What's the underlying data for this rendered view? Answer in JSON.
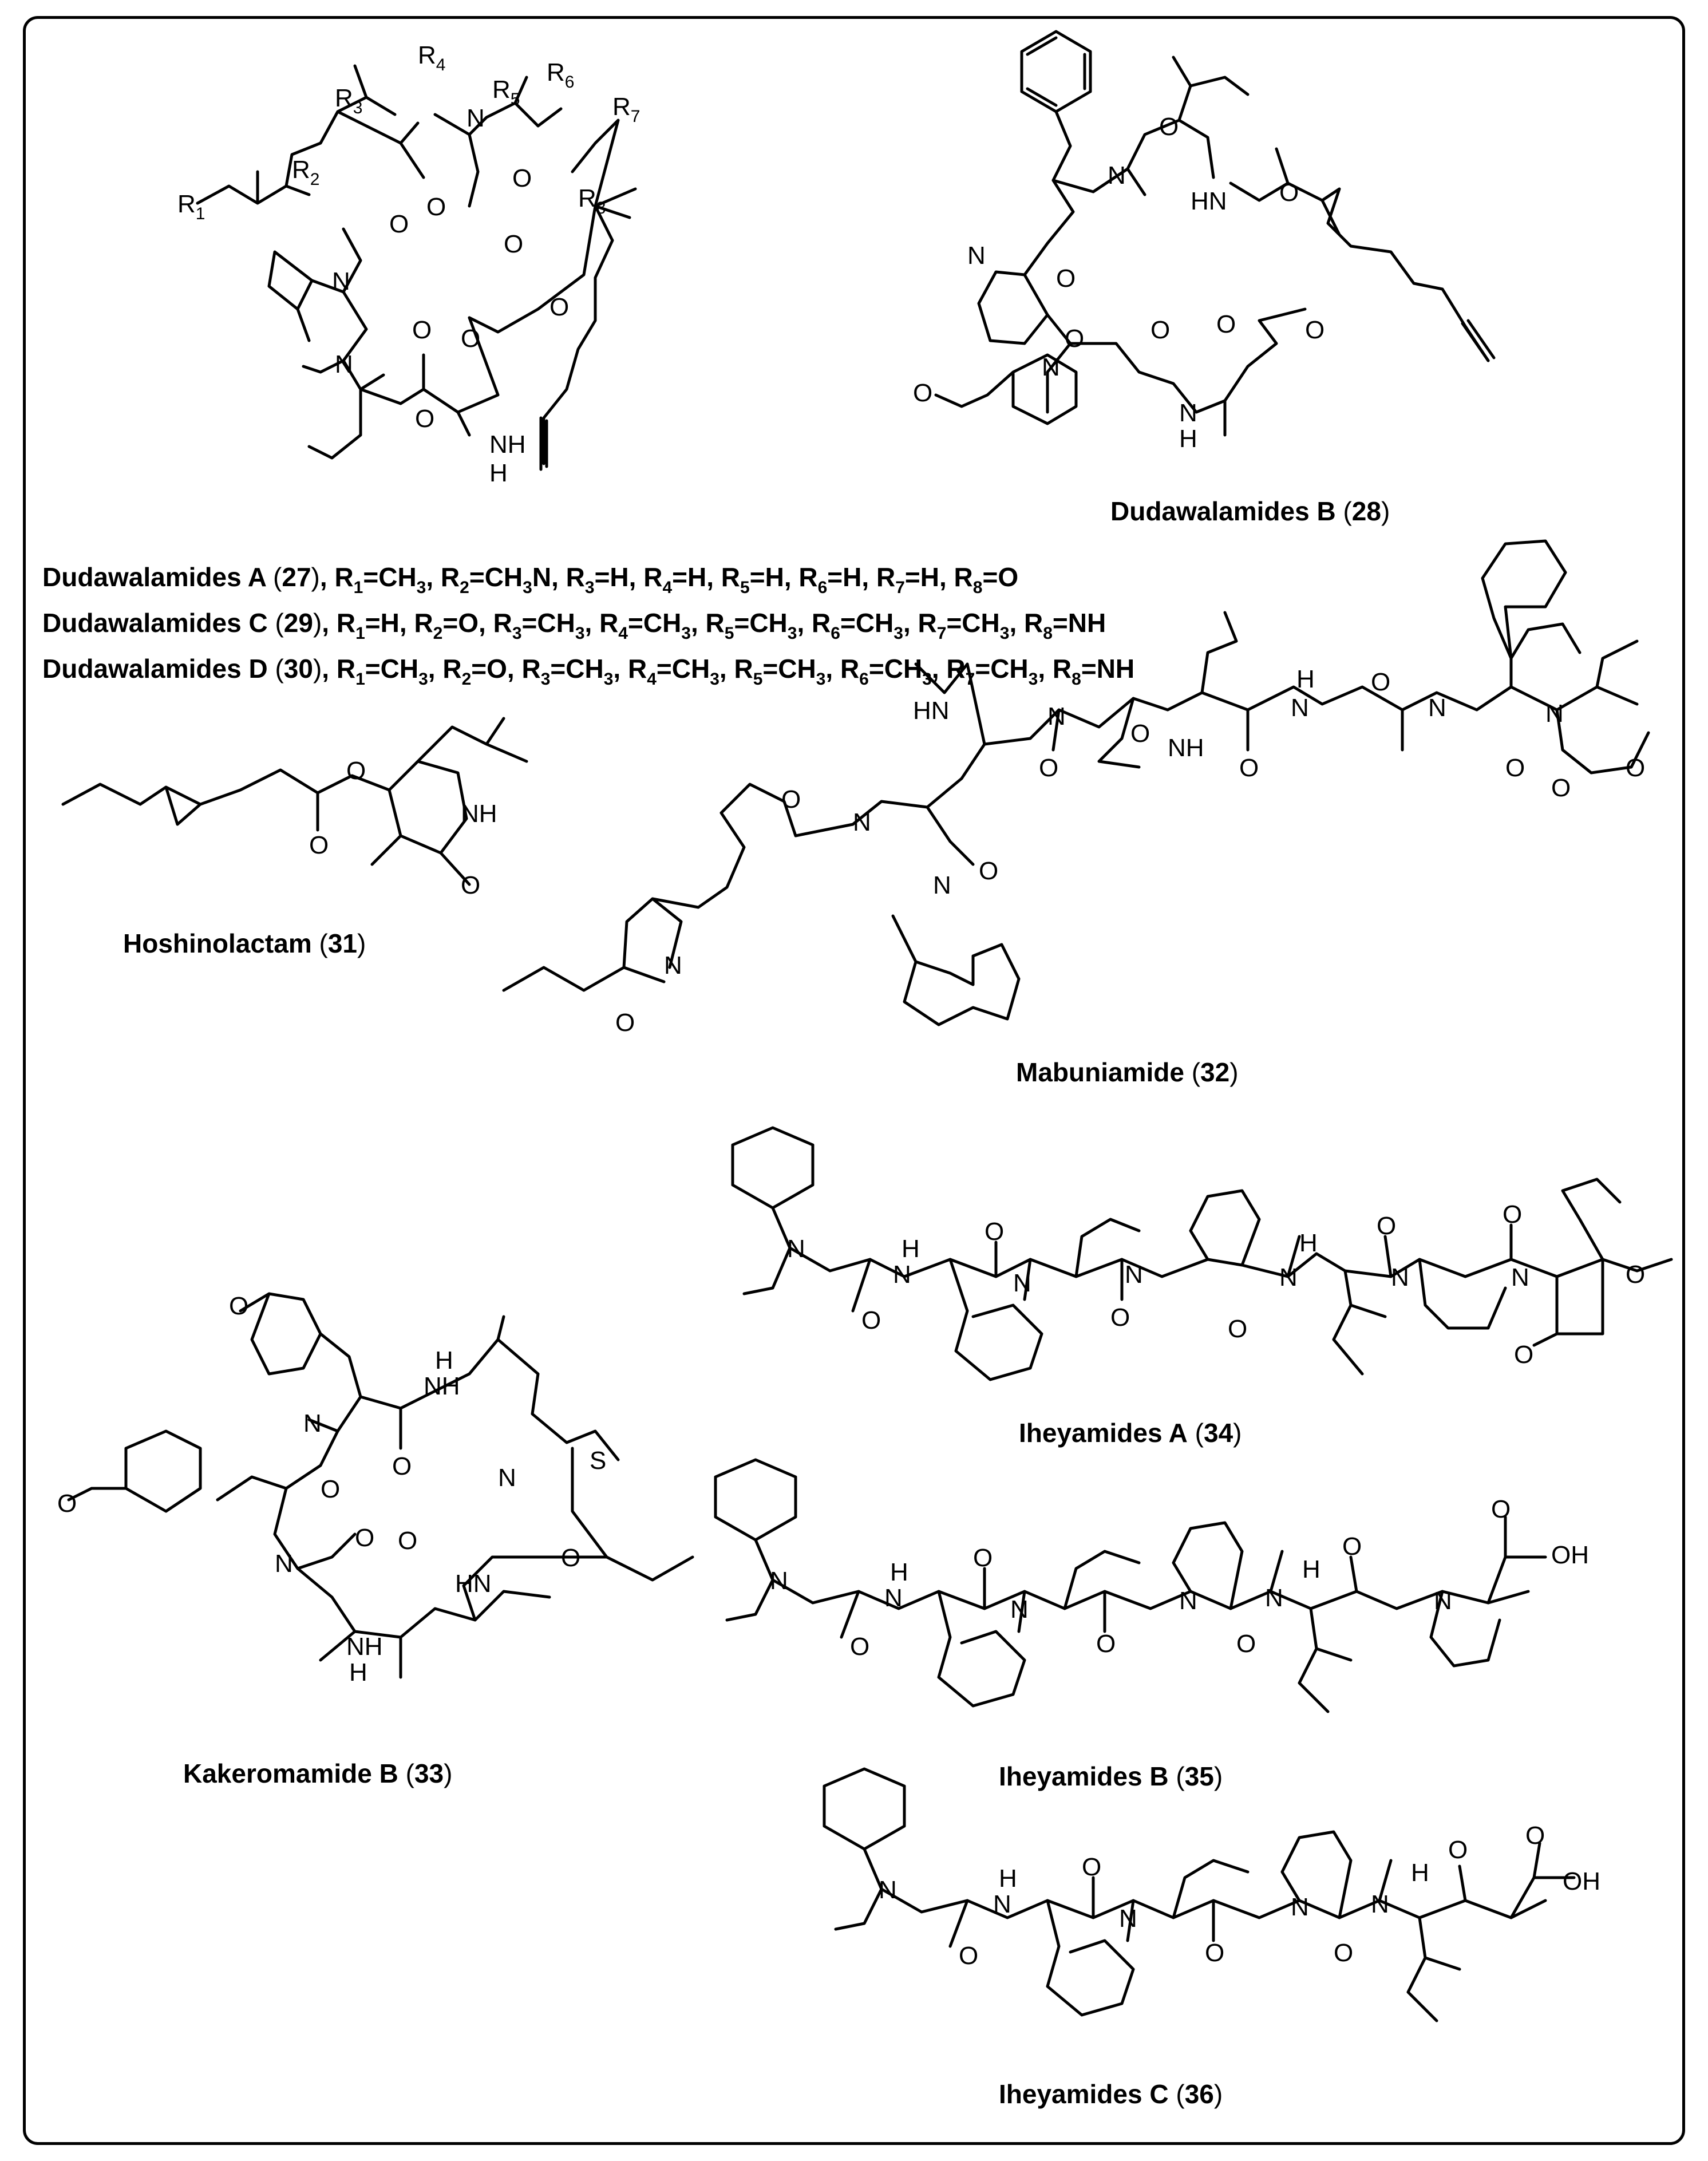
{
  "compounds": {
    "c28": {
      "name": "Dudawalamides B",
      "number": "28"
    },
    "c31": {
      "name": "Hoshinolactam",
      "number": "31"
    },
    "c32": {
      "name": "Mabuniamide",
      "number": "32"
    },
    "c33": {
      "name": "Kakeromamide B",
      "number": "33"
    },
    "c34": {
      "name": "Iheyamides A",
      "number": "34"
    },
    "c35": {
      "name": "Iheyamides B",
      "number": "35"
    },
    "c36": {
      "name": "Iheyamides C",
      "number": "36"
    }
  },
  "legend": [
    {
      "name": "Dudawalamides A",
      "number": "27",
      "r1": "CH3",
      "r2": "CH3N",
      "r3": "H",
      "r4": "H",
      "r5": "H",
      "r6": "H",
      "r7": "H",
      "r8": "O"
    },
    {
      "name": "Dudawalamides C",
      "number": "29",
      "r1": "H",
      "r2": "O",
      "r3": "CH3",
      "r4": "CH3",
      "r5": "CH3",
      "r6": "CH3",
      "r7": "CH3",
      "r8": "NH"
    },
    {
      "name": "Dudawalamides D",
      "number": "30",
      "r1": "CH3",
      "r2": "O",
      "r3": "CH3",
      "r4": "CH3",
      "r5": "CH3",
      "r6": "CH3",
      "r7": "CH3",
      "r8": "NH"
    }
  ],
  "atoms": {
    "n": "N",
    "o": "O",
    "h": "H",
    "nh": "NH",
    "hn": "HN",
    "oh": "OH",
    "s": "S",
    "r": "R",
    "r1": "1",
    "r2": "2",
    "r3": "3",
    "r4": "4",
    "r5": "5",
    "r6": "6",
    "r7": "7",
    "r8": "8"
  }
}
